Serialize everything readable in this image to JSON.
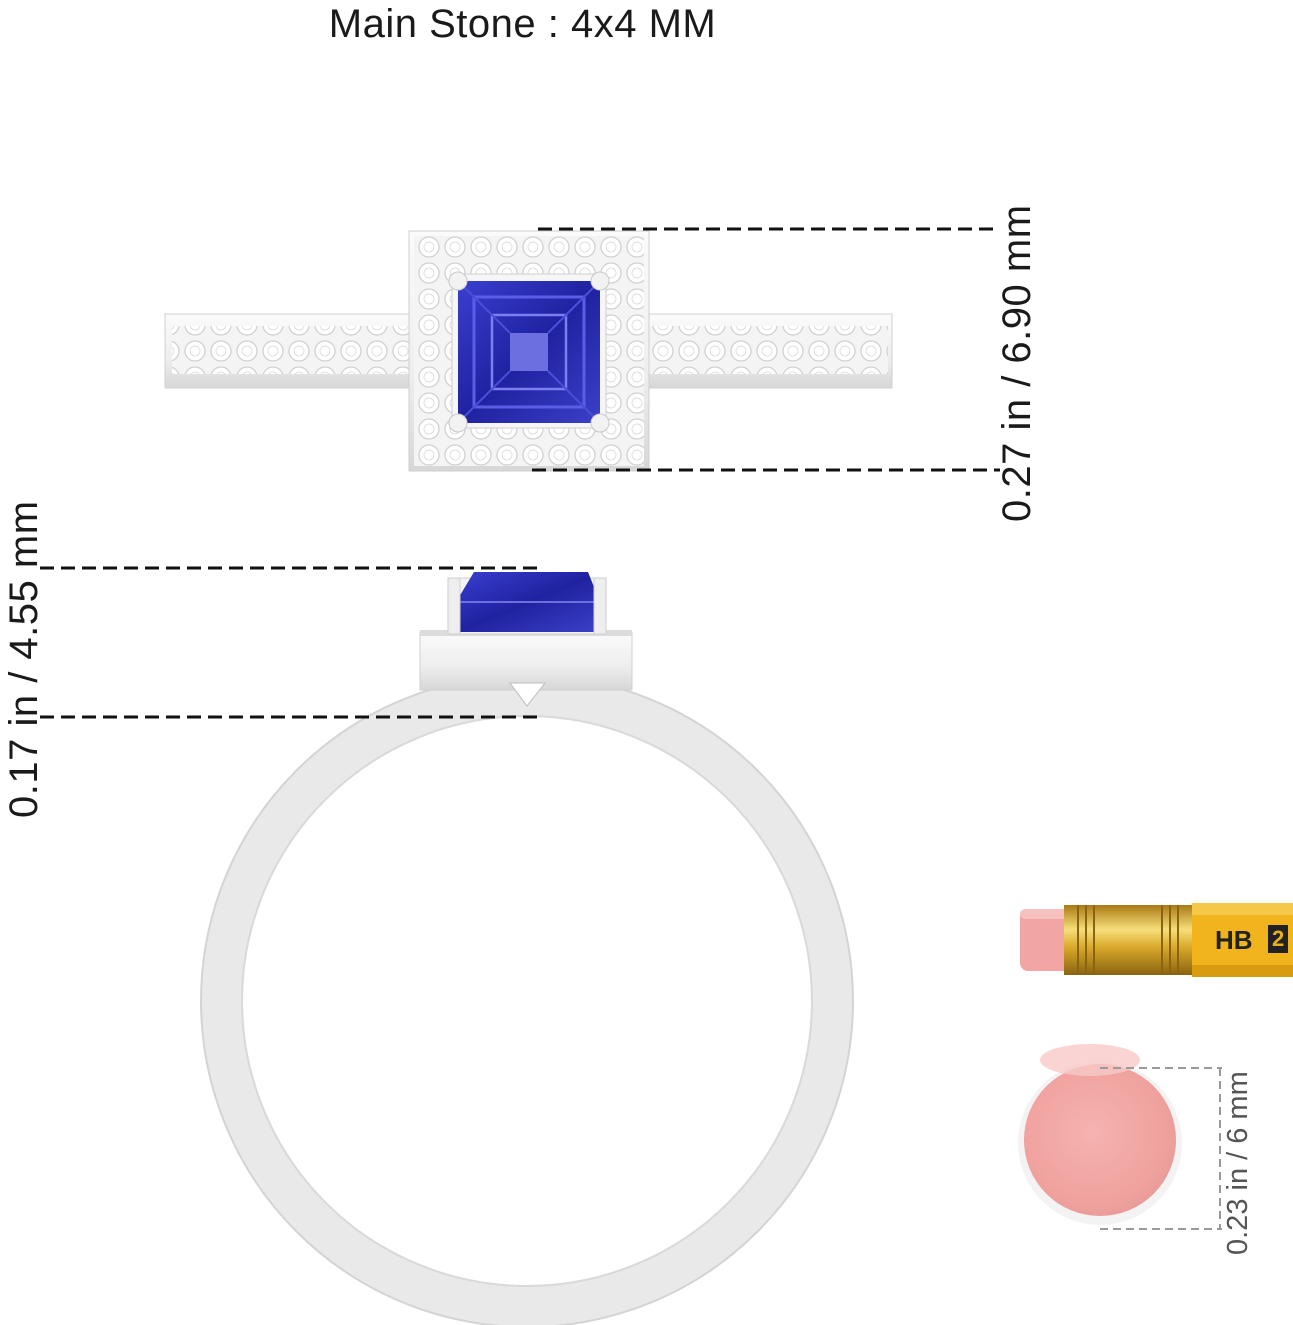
{
  "header": {
    "main_stone": "Main Stone : 4x4 MM"
  },
  "dimensions": {
    "ring_width": "0.27 in / 6.90 mm",
    "setting_height": "0.17 in / 4.55 mm",
    "eraser_diameter": "0.23 in / 6 mm"
  },
  "pencil": {
    "grade": "HB",
    "number": "2"
  },
  "colors": {
    "metal": "#f1f1f1",
    "metal_shadow": "#d6d6d6",
    "stone": "#2a2fb0",
    "stone_light": "#6b6fe0",
    "eraser": "#f2a6a4",
    "ferrule": "#d9a92a",
    "pencil_body": "#f1b41c"
  }
}
